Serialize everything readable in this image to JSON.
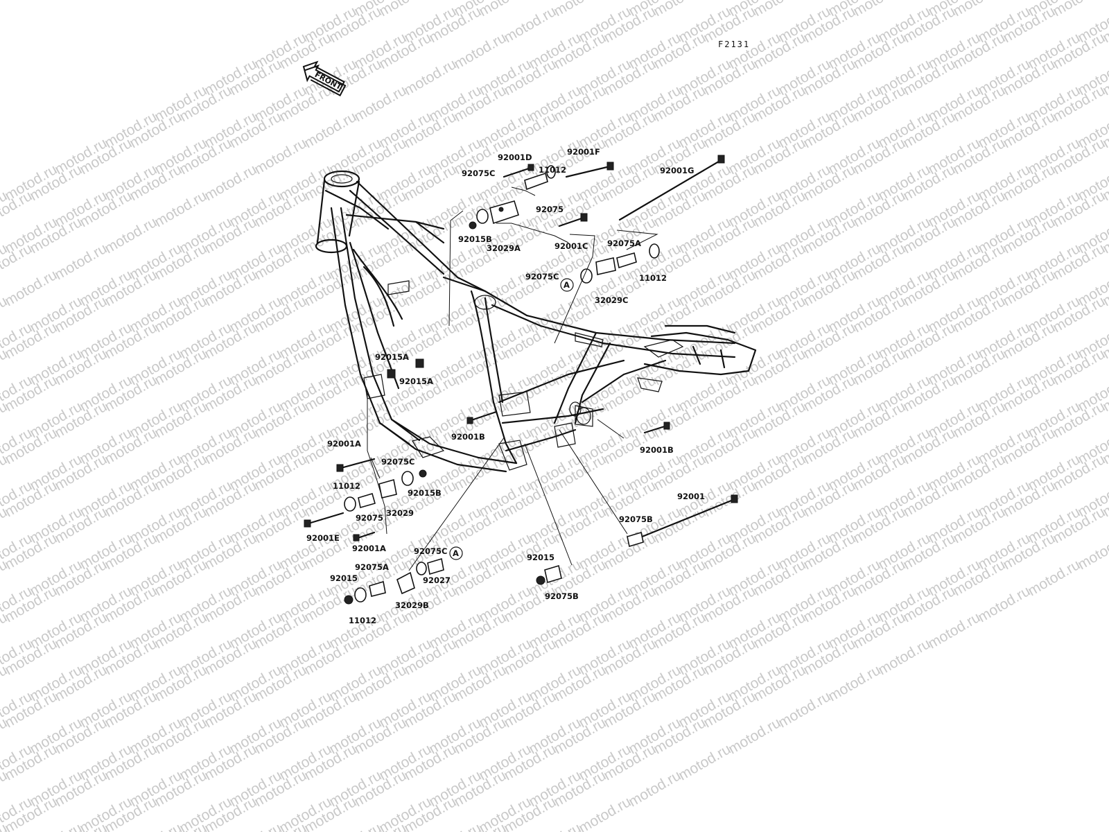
{
  "figure_code": "F2131",
  "front_marker": "FRONT",
  "watermark_text": "motod.ru",
  "parts": {
    "p92001D": "92001D",
    "p92001F": "92001F",
    "p11012_top": "11012",
    "p92001G": "92001G",
    "p92075C_top": "92075C",
    "p92075_top": "92075",
    "p92015B_top": "92015B",
    "p32029A": "32029A",
    "p92001C": "92001C",
    "p92075A_right": "92075A",
    "p92075C_right": "92075C",
    "p11012_right": "11012",
    "p32029C": "32029C",
    "p92015A_1": "92015A",
    "p92015A_2": "92015A",
    "p92001B_left": "92001B",
    "p92001B_right": "92001B",
    "p92001A_top": "92001A",
    "p92075C_left": "92075C",
    "p11012_left": "11012",
    "p92015B_left": "92015B",
    "p32029": "32029",
    "p92075_left": "92075",
    "p92001E": "92001E",
    "p92001A_bottom": "92001A",
    "p92001": "92001",
    "p92075B_mid": "92075B",
    "p92075C_bottom": "92075C",
    "p92075A_bottom": "92075A",
    "p92015_left": "92015",
    "p92027": "92027",
    "p32029B": "32029B",
    "p11012_bottom": "11012",
    "p92015_right": "92015",
    "p92075B_bottom": "92075B"
  },
  "ref_marker": "A"
}
